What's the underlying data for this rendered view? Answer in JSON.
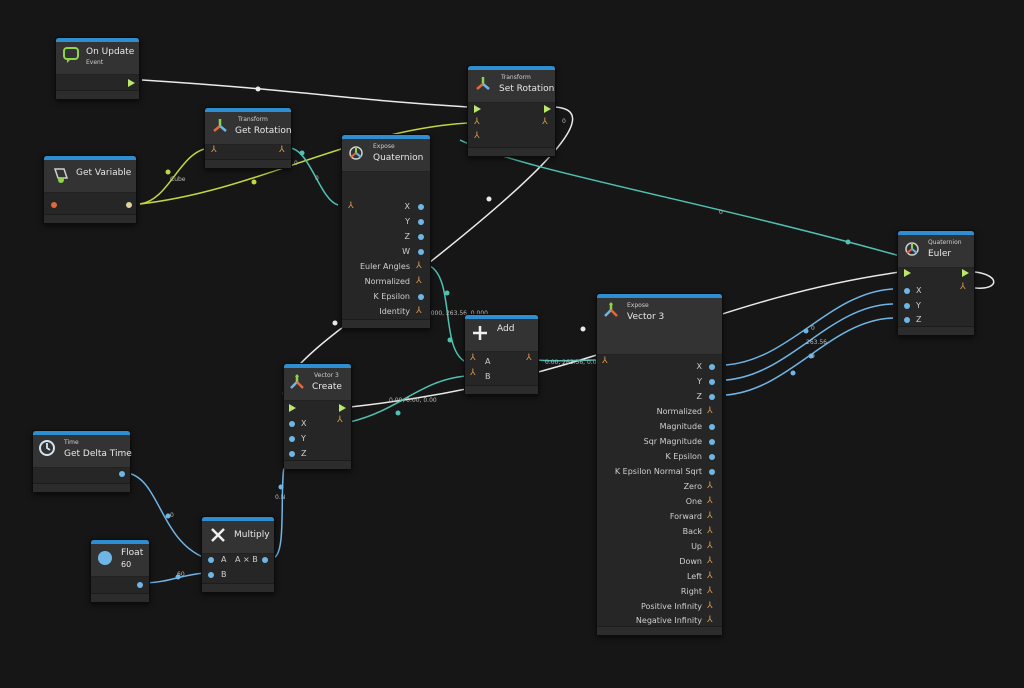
{
  "nodes": {
    "on_update": {
      "title": "On Update",
      "subtitle": "Event"
    },
    "get_rotation": {
      "kind": "Transform",
      "title": "Get Rotation"
    },
    "set_rotation": {
      "kind": "Transform",
      "title": "Set Rotation"
    },
    "get_variable": {
      "title": "Get Variable"
    },
    "quaternion": {
      "kind": "Expose",
      "title": "Quaternion",
      "rows": [
        "X",
        "Y",
        "Z",
        "W",
        "Euler Angles",
        "Normalized",
        "K Epsilon",
        "Identity"
      ]
    },
    "quat_euler": {
      "kind": "Quaternion",
      "title": "Euler",
      "inputs": [
        "X",
        "Y",
        "Z"
      ]
    },
    "add": {
      "title": "Add",
      "inputs": [
        "A",
        "B"
      ]
    },
    "vector3_expose": {
      "kind": "Expose",
      "title": "Vector 3",
      "rows": [
        "X",
        "Y",
        "Z",
        "Normalized",
        "Magnitude",
        "Sqr Magnitude",
        "K Epsilon",
        "K Epsilon Normal Sqrt",
        "Zero",
        "One",
        "Forward",
        "Back",
        "Up",
        "Down",
        "Left",
        "Right",
        "Positive Infinity",
        "Negative Infinity"
      ]
    },
    "vector3_create": {
      "kind": "Vector 3",
      "title": "Create",
      "inputs": [
        "X",
        "Y",
        "Z"
      ]
    },
    "delta_time": {
      "kind": "Time",
      "title": "Get Delta Time"
    },
    "multiply": {
      "title": "Multiply",
      "inputs": [
        "A",
        "B"
      ],
      "op": "A × B"
    },
    "float": {
      "title": "Float",
      "value": "60"
    }
  },
  "value_tags": {
    "cube": "Cube",
    "identity_val": "0.000, 263.56, 0.000",
    "create_val": "0.00, 0.00, 0.00",
    "add_val": "0.00, 263.56, 0.00",
    "zero_a": "0",
    "zero_b": "0",
    "zero_c": "0",
    "zero_d": "0",
    "small1": "0",
    "small2": "263.56",
    "small3": "0",
    "num_0_n": "0.N",
    "num_60": "60",
    "num_0_c": "0"
  },
  "colors": {
    "node_bar": "#2d8fd1",
    "flow_wire": "#ffffff",
    "vector_wire": "#4fc2b3",
    "float_wire": "#6fb6e6",
    "object_wire": "#c3d640"
  }
}
